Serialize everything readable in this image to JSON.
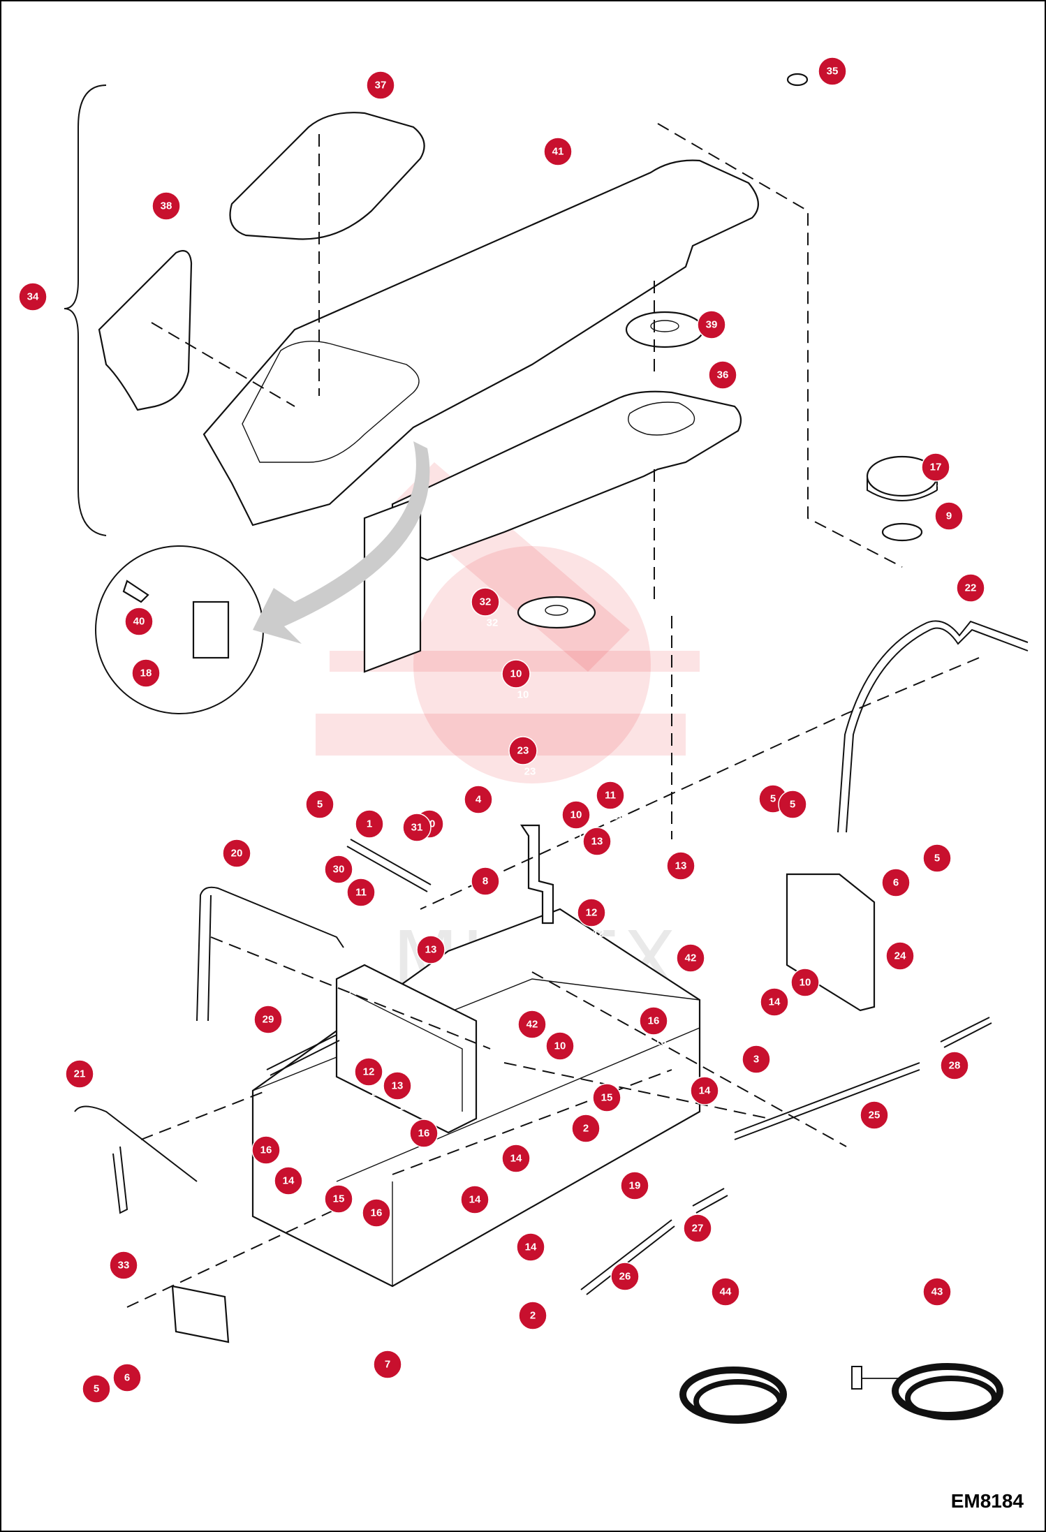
{
  "figure_code": "EM8184",
  "watermark": "MHTEX",
  "callouts": [
    {
      "label": "37",
      "num": "37"
    },
    {
      "label": "35",
      "num": "35"
    },
    {
      "label": "41",
      "num": "41"
    },
    {
      "label": "38",
      "num": "38"
    },
    {
      "label": "34",
      "num": "34"
    },
    {
      "label": "39",
      "num": "39"
    },
    {
      "label": "36",
      "num": "36"
    },
    {
      "label": "17",
      "num": "17"
    },
    {
      "label": "9",
      "num": "9"
    },
    {
      "label": "22",
      "num": "22"
    },
    {
      "label": "32",
      "num": "32"
    },
    {
      "label": "40",
      "num": "40"
    },
    {
      "label": "18",
      "num": "18"
    },
    {
      "label": "10",
      "num": "10"
    },
    {
      "label": "23",
      "num": "23"
    },
    {
      "label": "1",
      "num": "1"
    },
    {
      "label": "10",
      "num": "10"
    },
    {
      "label": "5",
      "num": "5"
    },
    {
      "label": "4",
      "num": "4"
    },
    {
      "label": "11",
      "num": "11"
    },
    {
      "label": "10",
      "num": "10"
    },
    {
      "label": "31",
      "num": "31"
    },
    {
      "label": "13",
      "num": "13"
    },
    {
      "label": "5",
      "num": "5"
    },
    {
      "label": "5",
      "num": "5"
    },
    {
      "label": "20",
      "num": "20"
    },
    {
      "label": "30",
      "num": "30"
    },
    {
      "label": "8",
      "num": "8"
    },
    {
      "label": "13",
      "num": "13"
    },
    {
      "label": "5",
      "num": "5"
    },
    {
      "label": "11",
      "num": "11"
    },
    {
      "label": "6",
      "num": "6"
    },
    {
      "label": "12",
      "num": "12"
    },
    {
      "label": "13",
      "num": "13"
    },
    {
      "label": "24",
      "num": "24"
    },
    {
      "label": "42",
      "num": "42"
    },
    {
      "label": "10",
      "num": "10"
    },
    {
      "label": "14",
      "num": "14"
    },
    {
      "label": "29",
      "num": "29"
    },
    {
      "label": "42",
      "num": "42"
    },
    {
      "label": "16",
      "num": "16"
    },
    {
      "label": "10",
      "num": "10"
    },
    {
      "label": "3",
      "num": "3"
    },
    {
      "label": "28",
      "num": "28"
    },
    {
      "label": "21",
      "num": "21"
    },
    {
      "label": "12",
      "num": "12"
    },
    {
      "label": "13",
      "num": "13"
    },
    {
      "label": "15",
      "num": "15"
    },
    {
      "label": "14",
      "num": "14"
    },
    {
      "label": "25",
      "num": "25"
    },
    {
      "label": "2",
      "num": "2"
    },
    {
      "label": "16",
      "num": "16"
    },
    {
      "label": "16",
      "num": "16"
    },
    {
      "label": "14",
      "num": "14"
    },
    {
      "label": "19",
      "num": "19"
    },
    {
      "label": "14",
      "num": "14"
    },
    {
      "label": "15",
      "num": "15"
    },
    {
      "label": "14",
      "num": "14"
    },
    {
      "label": "16",
      "num": "16"
    },
    {
      "label": "27",
      "num": "27"
    },
    {
      "label": "14",
      "num": "14"
    },
    {
      "label": "26",
      "num": "26"
    },
    {
      "label": "33",
      "num": "33"
    },
    {
      "label": "2",
      "num": "2"
    },
    {
      "label": "44",
      "num": "44"
    },
    {
      "label": "43",
      "num": "43"
    },
    {
      "label": "7",
      "num": "7"
    },
    {
      "label": "5",
      "num": "5"
    },
    {
      "label": "6",
      "num": "6"
    }
  ]
}
